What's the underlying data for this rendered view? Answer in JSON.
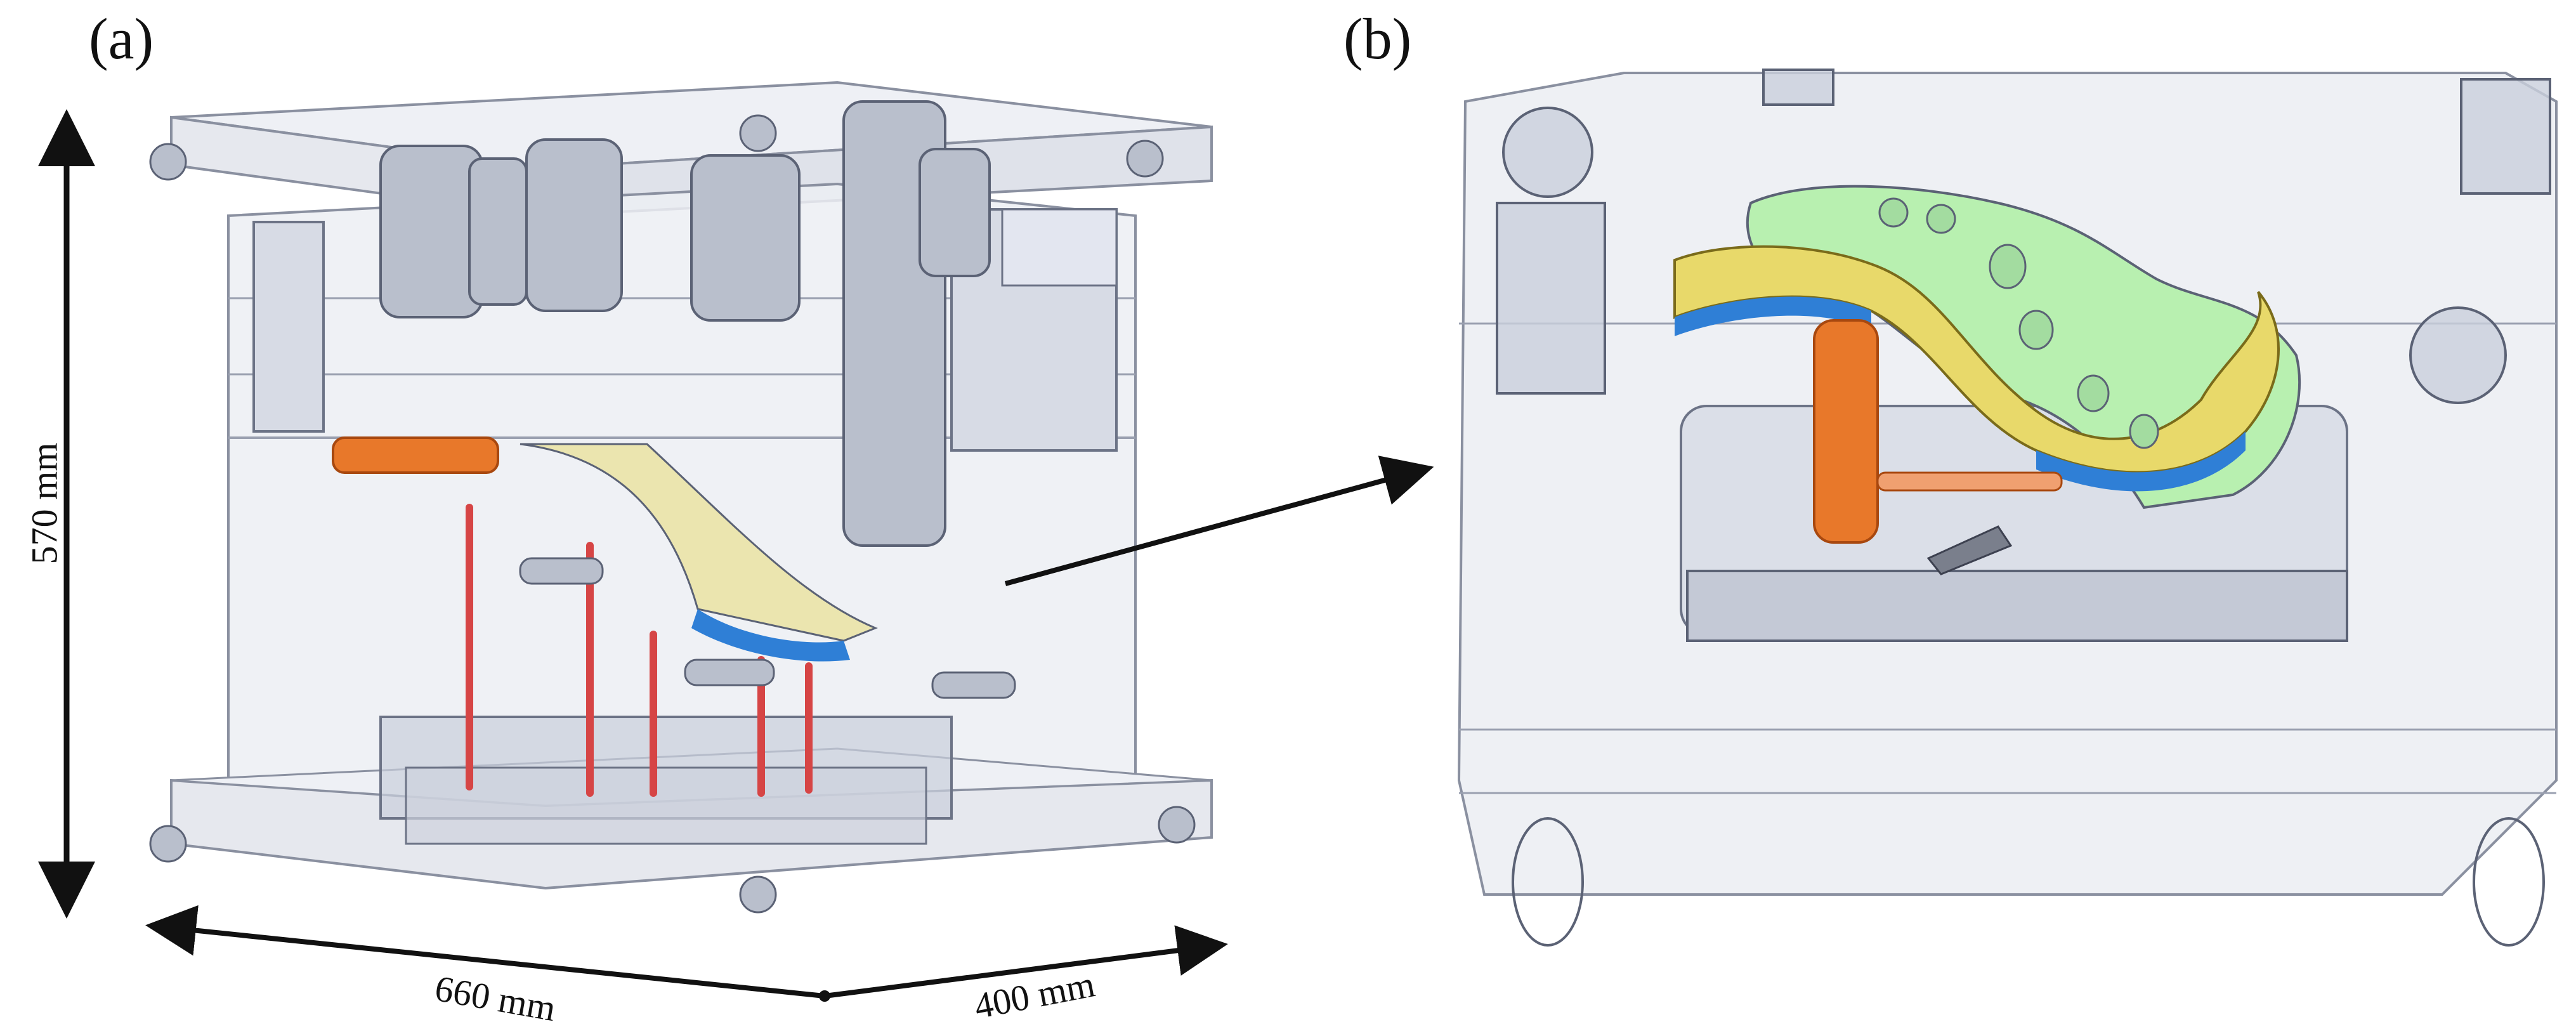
{
  "panels": {
    "a": {
      "label": "(a)"
    },
    "b": {
      "label": "(b)"
    }
  },
  "dimensions": {
    "height": "570 mm",
    "width": "660 mm",
    "depth": "400 mm"
  },
  "colors": {
    "mold_steel": "#c9cfdc",
    "mold_outline": "#5b6275",
    "transparent_block": "#e9ebf1",
    "part_green": "#b8f0b0",
    "part_yellow": "#e8d96a",
    "part_blue": "#2f7fd6",
    "core_orange": "#e8782a",
    "ejector_red": "#d64545",
    "arrow": "#111111"
  }
}
